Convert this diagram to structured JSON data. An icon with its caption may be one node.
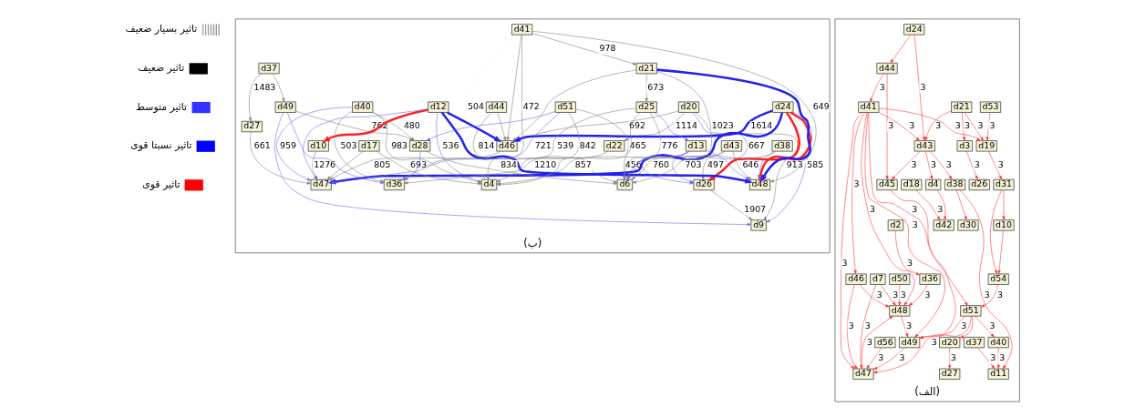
{
  "diagram": {
    "nodes": [
      {
        "text": [
          "(الف)"
        ]
      },
      {
        "text": [
          "(ب)"
        ]
      },
      {
        "text": [
          "d11"
        ],
        "in": 0
      },
      {
        "text": [
          "d37"
        ],
        "in": 0
      },
      {
        "text": [
          "d30"
        ],
        "in": 0
      },
      {
        "text": [
          "d50"
        ],
        "in": 0
      },
      {
        "text": [
          "d49"
        ],
        "in": 0
      },
      {
        "text": [
          "d38"
        ],
        "in": 0
      },
      {
        "text": [
          "d7"
        ],
        "in": 0
      },
      {
        "text": [
          "d19"
        ],
        "in": 0
      },
      {
        "text": [
          "d48"
        ],
        "in": 0
      },
      {
        "text": [
          "d3"
        ],
        "in": 0
      },
      {
        "text": [
          "d43"
        ],
        "in": 0
      },
      {
        "text": [
          "d51"
        ],
        "in": 0
      },
      {
        "text": [
          "d36"
        ],
        "in": 0
      },
      {
        "text": [
          "d53"
        ],
        "in": 0
      },
      {
        "text": [
          "d45"
        ],
        "in": 0
      },
      {
        "text": [
          "d18"
        ],
        "in": 0
      },
      {
        "text": [
          "d2"
        ],
        "in": 0
      },
      {
        "text": [
          "d47"
        ],
        "in": 0
      },
      {
        "text": [
          "d26"
        ],
        "in": 0
      },
      {
        "text": [
          "d46"
        ],
        "in": 0
      },
      {
        "text": [
          "d21"
        ],
        "in": 0
      },
      {
        "text": [
          "d56"
        ],
        "in": 0
      },
      {
        "text": [
          "d24"
        ],
        "in": 0
      },
      {
        "text": [
          "d4"
        ],
        "in": 0
      },
      {
        "text": [
          "d31"
        ],
        "in": 0
      },
      {
        "text": [
          "d20"
        ],
        "in": 0
      },
      {
        "text": [
          "d41"
        ],
        "in": 0
      },
      {
        "text": [
          "d10"
        ],
        "in": 0
      },
      {
        "text": [
          "d27"
        ],
        "in": 0
      },
      {
        "text": [
          "d40"
        ],
        "in": 0
      },
      {
        "text": [
          "d42"
        ],
        "in": 0
      },
      {
        "text": [
          "d44"
        ],
        "in": 0
      },
      {
        "text": [
          "d54"
        ],
        "in": 0
      },
      {
        "text": [
          "d20"
        ],
        "in": 1
      },
      {
        "text": [
          "d9"
        ],
        "in": 1
      },
      {
        "text": [
          "d26"
        ],
        "in": 1
      },
      {
        "text": [
          "d43"
        ],
        "in": 1
      },
      {
        "text": [
          "d48"
        ],
        "in": 1
      },
      {
        "text": [
          "d24"
        ],
        "in": 1
      },
      {
        "text": [
          "d10"
        ],
        "in": 1
      },
      {
        "text": [
          "d41"
        ],
        "in": 1
      },
      {
        "text": [
          "d46"
        ],
        "in": 1
      },
      {
        "text": [
          "d44"
        ],
        "in": 1
      },
      {
        "text": [
          "d22"
        ],
        "in": 1
      },
      {
        "text": [
          "d21"
        ],
        "in": 1
      },
      {
        "text": [
          "d37"
        ],
        "in": 1
      },
      {
        "text": [
          "d49"
        ],
        "in": 1
      },
      {
        "text": [
          "d12"
        ],
        "in": 1
      },
      {
        "text": [
          "d27"
        ],
        "in": 1
      },
      {
        "text": [
          "d38"
        ],
        "in": 1
      },
      {
        "text": [
          "d47"
        ],
        "in": 1
      },
      {
        "text": [
          "d51"
        ],
        "in": 1
      },
      {
        "text": [
          "d13"
        ],
        "in": 1
      },
      {
        "text": [
          "d17"
        ],
        "in": 1
      },
      {
        "text": [
          "d40"
        ],
        "in": 1
      },
      {
        "text": [
          "d28"
        ],
        "in": 1
      },
      {
        "text": [
          "d4"
        ],
        "in": 1
      },
      {
        "text": [
          "d36"
        ],
        "in": 1
      },
      {
        "text": [
          "d25"
        ],
        "in": 1
      },
      {
        "text": [
          "d6"
        ],
        "in": 1
      }
    ],
    "edges": [
      {
        "from": 3,
        "to": 2,
        "arrow": "to",
        "label": "3",
        "color": "#ff3333"
      },
      {
        "from": 7,
        "to": 2,
        "arrow": "to",
        "label": "3",
        "color": "#ff3333"
      },
      {
        "from": 7,
        "to": 4,
        "arrow": "to",
        "color": "#ff3333"
      },
      {
        "from": 12,
        "to": 7,
        "arrow": "to",
        "label": "3",
        "color": "#ff3333"
      },
      {
        "from": 5,
        "to": 10,
        "arrow": "to",
        "label": "3",
        "color": "#ff3333"
      },
      {
        "from": 10,
        "to": 6,
        "arrow": "to",
        "label": "3",
        "color": "#ff3333"
      },
      {
        "from": 8,
        "to": 10,
        "arrow": "to",
        "label": "3",
        "color": "#ff3333"
      },
      {
        "from": 6,
        "to": 19,
        "arrow": "to",
        "label": "3",
        "color": "#ff3333"
      },
      {
        "from": 8,
        "to": 19,
        "arrow": "to",
        "label": "3",
        "color": "#ff3333"
      },
      {
        "from": 13,
        "to": 6,
        "arrow": "to",
        "label": "3",
        "color": "#ff3333"
      },
      {
        "from": 16,
        "to": 6,
        "arrow": "to",
        "color": "#ff3333"
      },
      {
        "from": 28,
        "to": 6,
        "arrow": "to",
        "label": "3",
        "color": "#ff3333"
      },
      {
        "from": 33,
        "to": 16,
        "arrow": "to",
        "label": "3",
        "color": "#ff3333"
      },
      {
        "from": 11,
        "to": 20,
        "arrow": "to",
        "label": "3",
        "color": "#ff3333"
      },
      {
        "from": 22,
        "to": 11,
        "arrow": "to",
        "label": "3",
        "color": "#ff3333"
      },
      {
        "from": 12,
        "to": 16,
        "arrow": "to",
        "label": "3",
        "color": "#ff3333"
      },
      {
        "from": 28,
        "to": 13,
        "arrow": "to",
        "label": "3",
        "color": "#ff3333"
      },
      {
        "from": 28,
        "to": 12,
        "arrow": "to",
        "label": "3",
        "color": "#ff3333"
      },
      {
        "from": 28,
        "to": 9,
        "arrow": "to",
        "label": "3",
        "color": "#ff3333"
      },
      {
        "from": 28,
        "to": 10,
        "arrow": "to",
        "label": "3",
        "color": "#ff3333"
      },
      {
        "from": 28,
        "to": 19,
        "arrow": "to",
        "label": "3",
        "color": "#ff3333"
      },
      {
        "from": 28,
        "to": 21,
        "arrow": "to",
        "label": "3",
        "color": "#ff3333"
      },
      {
        "from": 33,
        "to": 28,
        "arrow": "to",
        "label": "3",
        "color": "#ff3333"
      },
      {
        "from": 24,
        "to": 33,
        "arrow": "to",
        "color": "#ff3333"
      },
      {
        "from": 24,
        "to": 12,
        "arrow": "to",
        "label": "3",
        "color": "#ff3333"
      },
      {
        "from": 34,
        "to": 13,
        "arrow": "to",
        "label": "3",
        "color": "#ff3333"
      },
      {
        "from": 13,
        "to": 19,
        "arrow": "to",
        "label": "3",
        "color": "#ff3333"
      },
      {
        "from": 13,
        "to": 31,
        "arrow": "to",
        "label": "3",
        "color": "#ff3333"
      },
      {
        "from": 17,
        "to": 32,
        "arrow": "to",
        "label": "3",
        "color": "#ff3333"
      },
      {
        "from": 31,
        "to": 2,
        "arrow": "to",
        "label": "3",
        "color": "#ff3333"
      },
      {
        "from": 14,
        "to": 10,
        "arrow": "to",
        "label": "3",
        "color": "#ff3333"
      },
      {
        "from": 18,
        "to": 14,
        "arrow": "to",
        "label": "3",
        "color": "#ff3333"
      },
      {
        "from": 15,
        "to": 9,
        "arrow": "to",
        "label": "3",
        "color": "#ff3333"
      },
      {
        "from": 21,
        "to": 10,
        "arrow": "to",
        "label": "3",
        "color": "#ff3333"
      },
      {
        "from": 21,
        "to": 19,
        "arrow": "to",
        "label": "3",
        "color": "#ff3333"
      },
      {
        "from": 9,
        "to": 26,
        "arrow": "to",
        "label": "3",
        "color": "#ff3333"
      },
      {
        "from": 26,
        "to": 29,
        "arrow": "to",
        "color": "#ff3333"
      },
      {
        "from": 29,
        "to": 34,
        "arrow": "to",
        "color": "#ff3333"
      },
      {
        "from": 26,
        "to": 34,
        "arrow": "to",
        "color": "#ff3333"
      },
      {
        "from": 27,
        "to": 30,
        "arrow": "to",
        "label": "3",
        "color": "#ff3333"
      },
      {
        "from": 13,
        "to": 27,
        "arrow": "to",
        "color": "#ff3333"
      },
      {
        "from": 25,
        "to": 32,
        "arrow": "to",
        "color": "#ff3333"
      },
      {
        "from": 12,
        "to": 25,
        "arrow": "to",
        "label": "3",
        "color": "#ff3333"
      },
      {
        "from": 23,
        "to": 19,
        "arrow": "to",
        "label": "3",
        "color": "#ff3333"
      },
      {
        "from": 22,
        "to": 9,
        "arrow": "to",
        "label": "3",
        "color": "#ff3333"
      },
      {
        "from": 22,
        "to": 12,
        "arrow": "to",
        "label": "3",
        "color": "#ff3333"
      },
      {
        "from": 19,
        "to": 10,
        "arrow": "to",
        "label": "3",
        "color": "#ff3333"
      },
      {
        "from": 35,
        "to": 36,
        "arrow": "to",
        "label": "913",
        "color": "#808080"
      },
      {
        "from": 35,
        "to": 37,
        "arrow": "to",
        "label": "667",
        "color": "#6666ee"
      },
      {
        "from": 35,
        "to": 43,
        "arrow": "none",
        "label": "692",
        "color": "#808080"
      },
      {
        "from": 35,
        "to": 45,
        "arrow": "to",
        "label": "1114",
        "color": "#808080"
      },
      {
        "from": 40,
        "to": 37,
        "arrow": "to",
        "style": "thick",
        "color": "#ff2222"
      },
      {
        "from": 40,
        "to": 39,
        "arrow": "to",
        "style": "thick",
        "color": "#ff2222"
      },
      {
        "from": 49,
        "to": 41,
        "arrow": "to",
        "style": "thick",
        "color": "#ff2222"
      },
      {
        "from": 40,
        "to": 43,
        "arrow": "to",
        "label": "1614",
        "style": "thick",
        "color": "#2222ee"
      },
      {
        "from": 49,
        "to": 43,
        "arrow": "to",
        "style": "thick",
        "color": "#2222ee"
      },
      {
        "from": 40,
        "to": 52,
        "arrow": "to",
        "style": "thick",
        "color": "#2222ee"
      },
      {
        "from": 46,
        "to": 39,
        "arrow": "to",
        "style": "thick",
        "color": "#2222ee"
      },
      {
        "from": 49,
        "to": 39,
        "arrow": "to",
        "style": "thick",
        "color": "#2222ee"
      },
      {
        "from": 54,
        "to": 39,
        "arrow": "to",
        "color": "#6666ee"
      },
      {
        "from": 54,
        "to": 37,
        "arrow": "to",
        "color": "#6666ee"
      },
      {
        "from": 48,
        "to": 36,
        "arrow": "to",
        "color": "#6666ee"
      },
      {
        "from": 40,
        "to": 36,
        "arrow": "to",
        "label": "585",
        "color": "#6666ee"
      },
      {
        "from": 53,
        "to": 52,
        "arrow": "to",
        "label": "721",
        "color": "#6666ee"
      },
      {
        "from": 49,
        "to": 52,
        "arrow": "to",
        "color": "#6666ee"
      },
      {
        "from": 56,
        "to": 52,
        "arrow": "to",
        "label": "959",
        "color": "#6666ee"
      },
      {
        "from": 57,
        "to": 59,
        "arrow": "to",
        "color": "#6666ee"
      },
      {
        "from": 53,
        "to": 57,
        "arrow": "to",
        "color": "#6666ee"
      },
      {
        "from": 48,
        "to": 59,
        "arrow": "to",
        "color": "#6666ee"
      },
      {
        "from": 49,
        "to": 58,
        "arrow": "to",
        "label": "536",
        "color": "#6666ee"
      },
      {
        "from": 54,
        "to": 61,
        "arrow": "to",
        "color": "#6666ee"
      },
      {
        "from": 60,
        "to": 54,
        "arrow": "to",
        "color": "#6666ee"
      },
      {
        "from": 51,
        "to": 39,
        "arrow": "to",
        "color": "#6666ee"
      },
      {
        "from": 56,
        "to": 58,
        "arrow": "to",
        "label": "983",
        "color": "#808080"
      },
      {
        "from": 56,
        "to": 57,
        "arrow": "to",
        "label": "480",
        "color": "#808080"
      },
      {
        "from": 56,
        "to": 59,
        "arrow": "to",
        "label": "503",
        "color": "#808080"
      },
      {
        "from": 60,
        "to": 59,
        "arrow": "to",
        "label": "539",
        "color": "#808080"
      },
      {
        "from": 60,
        "to": 61,
        "arrow": "to",
        "label": "776",
        "color": "#808080"
      },
      {
        "from": 60,
        "to": 58,
        "arrow": "to",
        "color": "#808080"
      },
      {
        "from": 57,
        "to": 61,
        "arrow": "to",
        "label": "834",
        "color": "#808080"
      },
      {
        "from": 55,
        "to": 52,
        "arrow": "to",
        "color": "#808080"
      },
      {
        "from": 55,
        "to": 58,
        "arrow": "to",
        "label": "693",
        "color": "#808080"
      },
      {
        "from": 42,
        "to": 58,
        "arrow": "to",
        "label": "472",
        "color": "#808080"
      },
      {
        "from": 42,
        "to": 58,
        "arrow": "to",
        "label": "504",
        "style": "dashed",
        "color": "#bbbbbb"
      },
      {
        "from": 38,
        "to": 58,
        "arrow": "to",
        "label": "456",
        "style": "dashed",
        "color": "#bbbbbb"
      },
      {
        "from": 38,
        "to": 37,
        "arrow": "to",
        "label": "497",
        "color": "#808080"
      },
      {
        "from": 38,
        "to": 39,
        "arrow": "to",
        "label": "646",
        "color": "#808080"
      },
      {
        "from": 42,
        "to": 39,
        "arrow": "to",
        "label": "649",
        "color": "#808080"
      },
      {
        "from": 42,
        "to": 43,
        "arrow": "to",
        "color": "#808080"
      },
      {
        "from": 44,
        "to": 43,
        "arrow": "to",
        "color": "#808080"
      },
      {
        "from": 46,
        "to": 43,
        "arrow": "to",
        "color": "#808080"
      },
      {
        "from": 47,
        "to": 48,
        "arrow": "to",
        "color": "#808080"
      },
      {
        "from": 47,
        "to": 50,
        "arrow": "to",
        "label": "1483",
        "color": "#808080"
      },
      {
        "from": 43,
        "to": 52,
        "arrow": "to",
        "label": "805",
        "color": "#808080"
      },
      {
        "from": 44,
        "to": 61,
        "arrow": "to",
        "label": "814",
        "color": "#808080"
      },
      {
        "from": 46,
        "to": 61,
        "arrow": "to",
        "label": "1023",
        "color": "#808080"
      },
      {
        "from": 51,
        "to": 61,
        "arrow": "to",
        "label": "703",
        "color": "#808080"
      },
      {
        "from": 38,
        "to": 61,
        "arrow": "to",
        "label": "760",
        "color": "#808080"
      },
      {
        "from": 42,
        "to": 46,
        "arrow": "to",
        "label": "978",
        "color": "#808080"
      },
      {
        "from": 53,
        "to": 58,
        "arrow": "to",
        "label": "842",
        "color": "#808080"
      },
      {
        "from": 53,
        "to": 61,
        "arrow": "to",
        "label": "465",
        "color": "#808080"
      },
      {
        "from": 54,
        "to": 58,
        "arrow": "to",
        "label": "857",
        "color": "#808080"
      },
      {
        "from": 50,
        "to": 52,
        "arrow": "to",
        "label": "661",
        "color": "#808080"
      },
      {
        "from": 55,
        "to": 59,
        "arrow": "to",
        "style": "dashed",
        "color": "#bbbbbb"
      },
      {
        "from": 37,
        "to": 36,
        "arrow": "to",
        "label": "1907",
        "color": "#808080"
      },
      {
        "from": 41,
        "to": 52,
        "arrow": "to",
        "label": "1276",
        "color": "#808080"
      },
      {
        "from": 45,
        "to": 59,
        "arrow": "to",
        "label": "1210",
        "color": "#808080"
      },
      {
        "from": 48,
        "to": 57,
        "arrow": "to",
        "label": "762",
        "color": "#808080"
      },
      {
        "from": 46,
        "to": 60,
        "arrow": "to",
        "label": "673",
        "color": "#808080"
      }
    ],
    "legend": [
      {
        "text": "تاثیر بسیار ضعیف"
      },
      {
        "text": "تاثیر ضعیف"
      },
      {
        "text": "تاثیر متوسط"
      },
      {
        "text": "تاثیر نسبتا قوی"
      },
      {
        "text": "تاثیر قوی"
      }
    ]
  }
}
